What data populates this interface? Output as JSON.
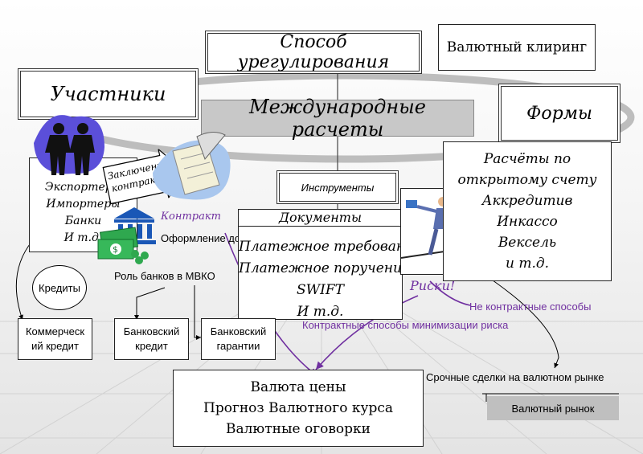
{
  "title": "Международные расчеты",
  "method": "Способ урегулирования",
  "clearing": "Валютный клиринг",
  "participants": {
    "heading": "Участники",
    "items": [
      "Экспортеры",
      "Импортеры",
      "Банки",
      "И т.д."
    ]
  },
  "forms": {
    "heading": "Формы",
    "items": [
      "Расчёты по",
      "открытому  счету",
      "Аккредитив",
      "Инкассо",
      "Вексель",
      "и т.д."
    ]
  },
  "instruments": "Инструменты",
  "documents": {
    "heading": "Документы",
    "items": [
      "Платежное требование",
      "Платежное поручение",
      "SWIFT",
      "И т.д."
    ]
  },
  "contract_conclusion": [
    "Заключение",
    "контракта"
  ],
  "contract": "Контракт",
  "doc_processing": "Оформление док",
  "banks_role": "Роль банков в МВКО",
  "credits": "Кредиты",
  "commercial_credit": [
    "Коммерческ",
    "ий кредит"
  ],
  "bank_credit": [
    "Банковский",
    "кредит"
  ],
  "bank_guarantee": [
    "Банковский",
    "гарантии"
  ],
  "risks": "Риски!",
  "non_contract": "Не контрактные способы",
  "contract_methods": "Контрактные способы минимизации риска",
  "forward_deals": "Срочные сделки на валютном рынке",
  "fx_market": "Валютный рынок",
  "currency_box": [
    "Валюта цены",
    "Прогноз Валютного курса",
    "Валютные оговорки"
  ]
}
